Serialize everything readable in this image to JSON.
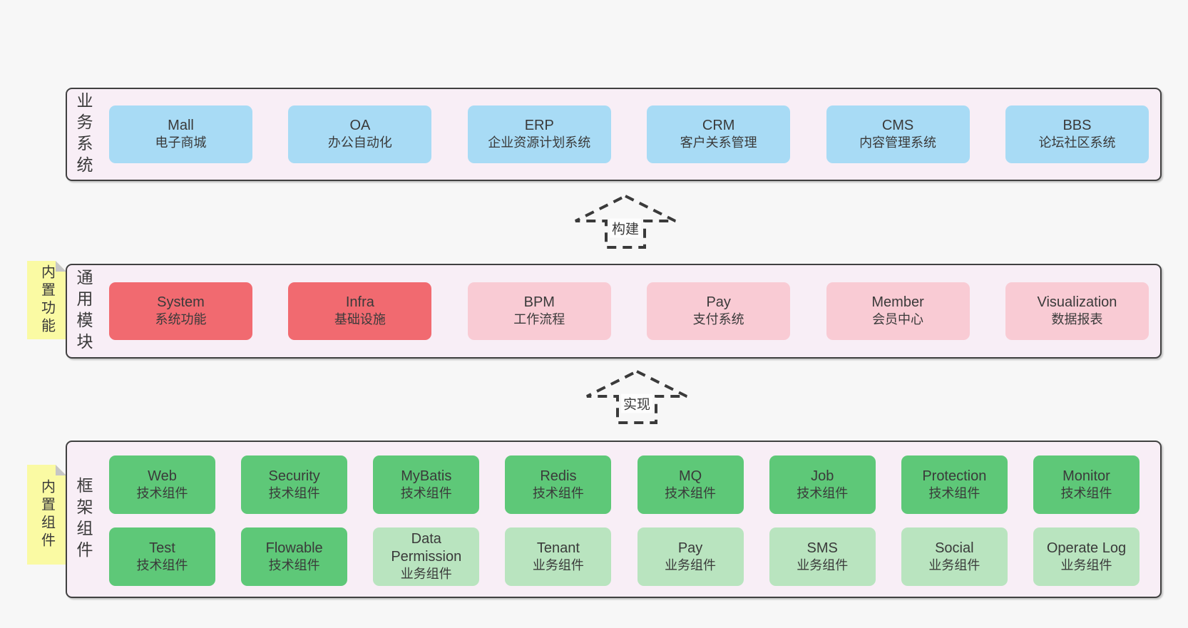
{
  "diagram": {
    "colors": {
      "page_bg": "#f7f7f7",
      "band_bg": "#f8eef6",
      "band_border": "#404040",
      "blue": "#a8dbf5",
      "red": "#f16a70",
      "pink": "#f9cbd4",
      "green": "#5ec878",
      "lightgreen": "#b9e4bf",
      "sticky_yellow": "#fafaa3",
      "text": "#3a3a3a"
    },
    "arrows": [
      {
        "label": "构建"
      },
      {
        "label": "实现"
      }
    ],
    "bands": [
      {
        "name": "business-systems",
        "side_label": "业务系统",
        "rows": [
          [
            {
              "title": "Mall",
              "subtitle": "电子商城",
              "color": "blue"
            },
            {
              "title": "OA",
              "subtitle": "办公自动化",
              "color": "blue"
            },
            {
              "title": "ERP",
              "subtitle": "企业资源计划系统",
              "color": "blue"
            },
            {
              "title": "CRM",
              "subtitle": "客户关系管理",
              "color": "blue"
            },
            {
              "title": "CMS",
              "subtitle": "内容管理系统",
              "color": "blue"
            },
            {
              "title": "BBS",
              "subtitle": "论坛社区系统",
              "color": "blue"
            }
          ]
        ]
      },
      {
        "name": "common-modules",
        "side_label": "通用模块",
        "sticky_note": "内置功能",
        "rows": [
          [
            {
              "title": "System",
              "subtitle": "系统功能",
              "color": "red"
            },
            {
              "title": "Infra",
              "subtitle": "基础设施",
              "color": "red"
            },
            {
              "title": "BPM",
              "subtitle": "工作流程",
              "color": "pink"
            },
            {
              "title": "Pay",
              "subtitle": "支付系统",
              "color": "pink"
            },
            {
              "title": "Member",
              "subtitle": "会员中心",
              "color": "pink"
            },
            {
              "title": "Visualization",
              "subtitle": "数据报表",
              "color": "pink"
            }
          ]
        ]
      },
      {
        "name": "framework-components",
        "side_label": "框架组件",
        "sticky_note": "内置组件",
        "rows": [
          [
            {
              "title": "Web",
              "subtitle": "技术组件",
              "color": "green"
            },
            {
              "title": "Security",
              "subtitle": "技术组件",
              "color": "green"
            },
            {
              "title": "MyBatis",
              "subtitle": "技术组件",
              "color": "green"
            },
            {
              "title": "Redis",
              "subtitle": "技术组件",
              "color": "green"
            },
            {
              "title": "MQ",
              "subtitle": "技术组件",
              "color": "green"
            },
            {
              "title": "Job",
              "subtitle": "技术组件",
              "color": "green"
            },
            {
              "title": "Protection",
              "subtitle": "技术组件",
              "color": "green"
            },
            {
              "title": "Monitor",
              "subtitle": "技术组件",
              "color": "green"
            }
          ],
          [
            {
              "title": "Test",
              "subtitle": "技术组件",
              "color": "green"
            },
            {
              "title": "Flowable",
              "subtitle": "技术组件",
              "color": "green"
            },
            {
              "title": "Data Permission",
              "subtitle": "业务组件",
              "color": "lightgreen"
            },
            {
              "title": "Tenant",
              "subtitle": "业务组件",
              "color": "lightgreen"
            },
            {
              "title": "Pay",
              "subtitle": "业务组件",
              "color": "lightgreen"
            },
            {
              "title": "SMS",
              "subtitle": "业务组件",
              "color": "lightgreen"
            },
            {
              "title": "Social",
              "subtitle": "业务组件",
              "color": "lightgreen"
            },
            {
              "title": "Operate Log",
              "subtitle": "业务组件",
              "color": "lightgreen"
            }
          ]
        ]
      }
    ]
  }
}
